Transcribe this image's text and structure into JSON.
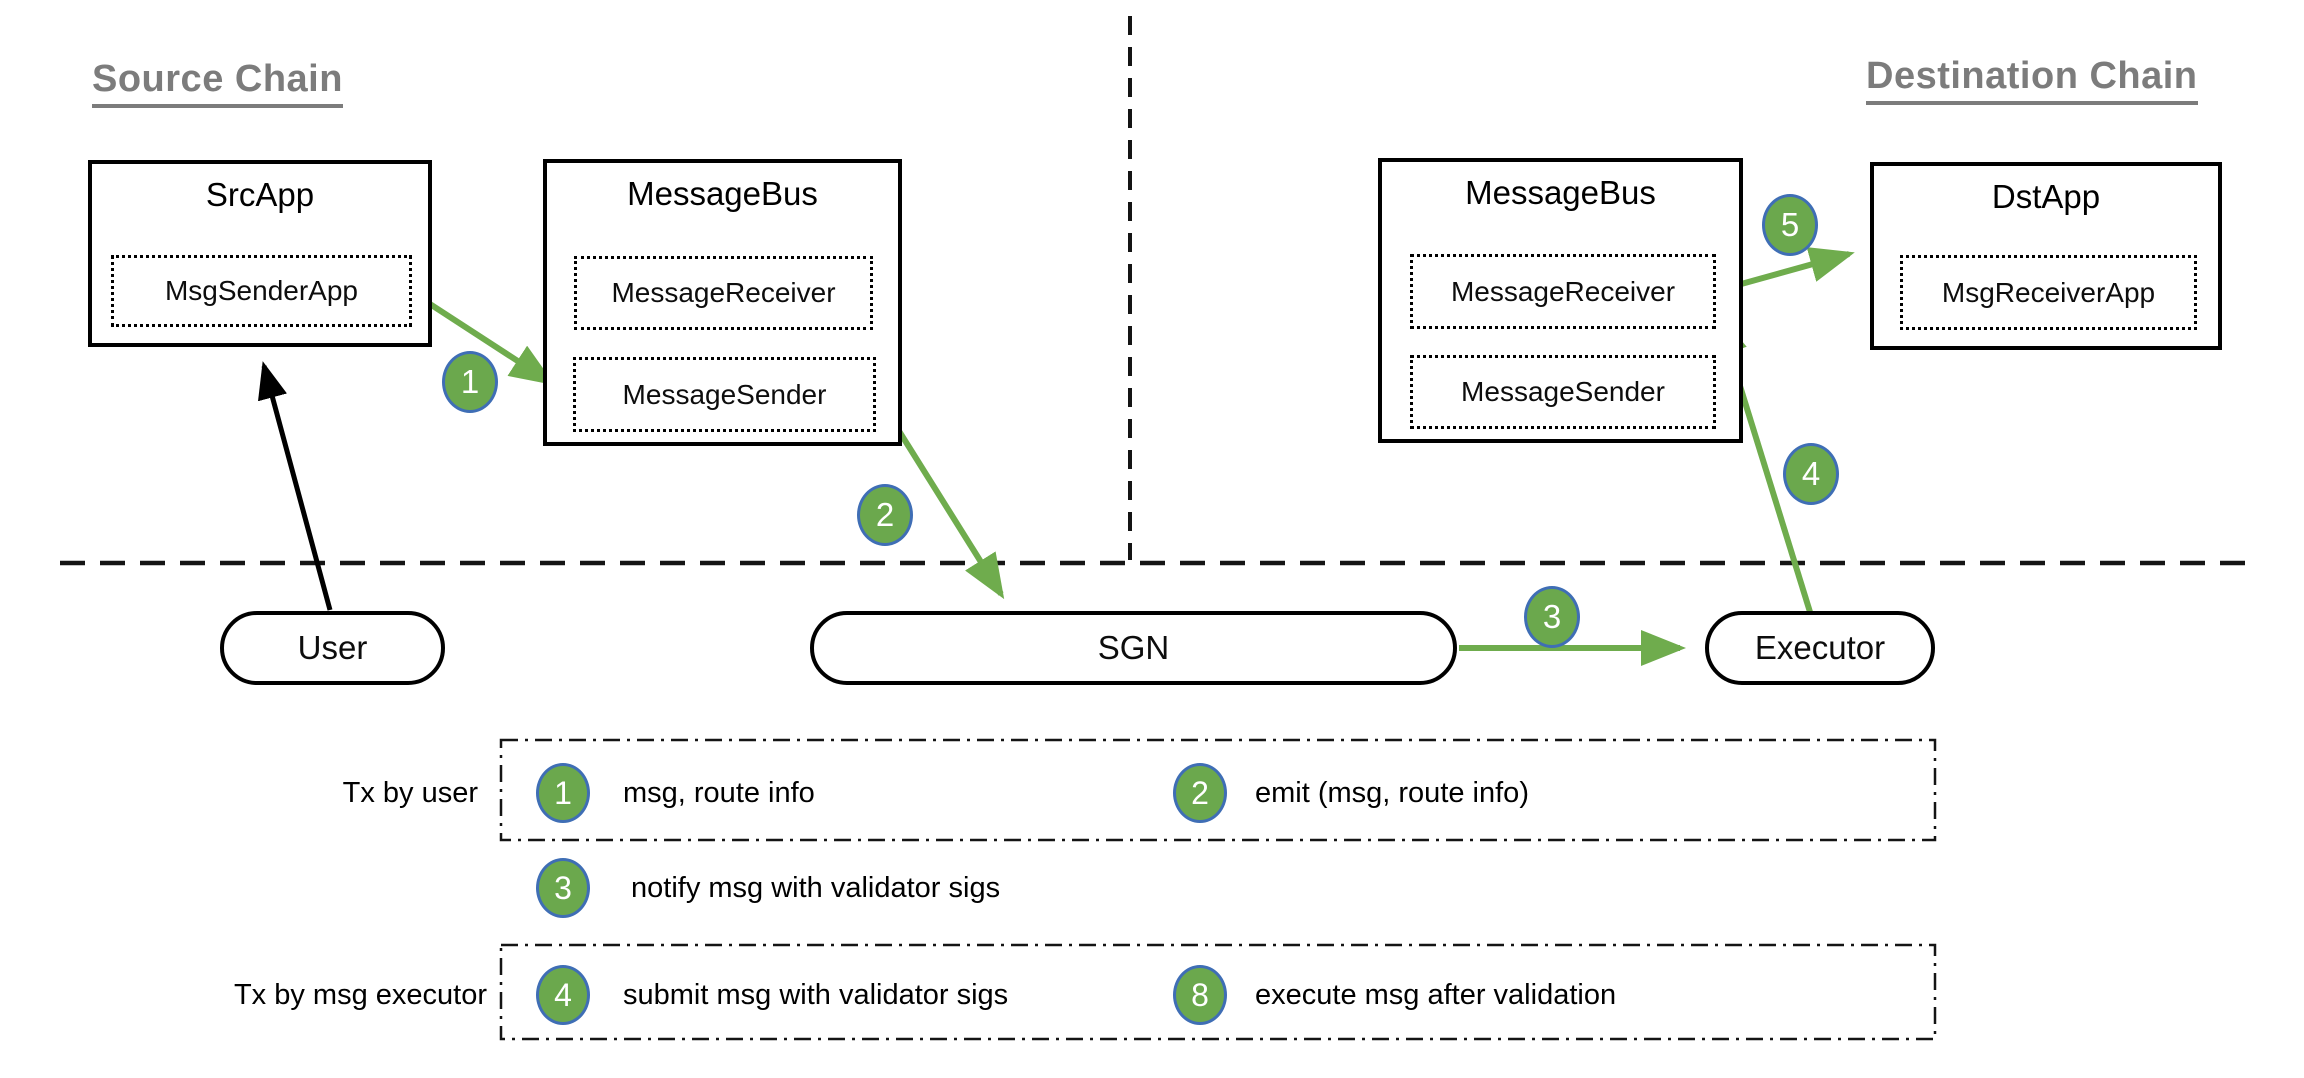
{
  "diagram": {
    "source_chain_label": "Source Chain",
    "destination_chain_label": "Destination Chain",
    "src_app": {
      "title": "SrcApp",
      "child": "MsgSenderApp"
    },
    "message_bus_src": {
      "title": "MessageBus",
      "receiver": "MessageReceiver",
      "sender": "MessageSender"
    },
    "message_bus_dst": {
      "title": "MessageBus",
      "receiver": "MessageReceiver",
      "sender": "MessageSender"
    },
    "dst_app": {
      "title": "DstApp",
      "child": "MsgReceiverApp"
    },
    "user_node": "User",
    "sgn_node": "SGN",
    "executor_node": "Executor",
    "step_badges": {
      "one": "1",
      "two": "2",
      "three": "3",
      "four": "4",
      "five": "5"
    }
  },
  "legend": {
    "row_user_label": "Tx by user",
    "row_executor_label": "Tx by msg executor",
    "items": [
      {
        "num": "1",
        "text": "msg, route info"
      },
      {
        "num": "2",
        "text": "emit (msg, route info)"
      },
      {
        "num": "3",
        "text": "notify msg with validator sigs"
      },
      {
        "num": "4",
        "text": "submit msg with validator sigs"
      },
      {
        "num": "8",
        "text": "execute msg after validation"
      }
    ]
  },
  "colors": {
    "badge_green": "#6ba84d",
    "badge_border_blue": "#3f6eb5",
    "arrow_green": "#6fac4d",
    "label_gray": "#7c7c7c",
    "line_black": "#000000"
  }
}
